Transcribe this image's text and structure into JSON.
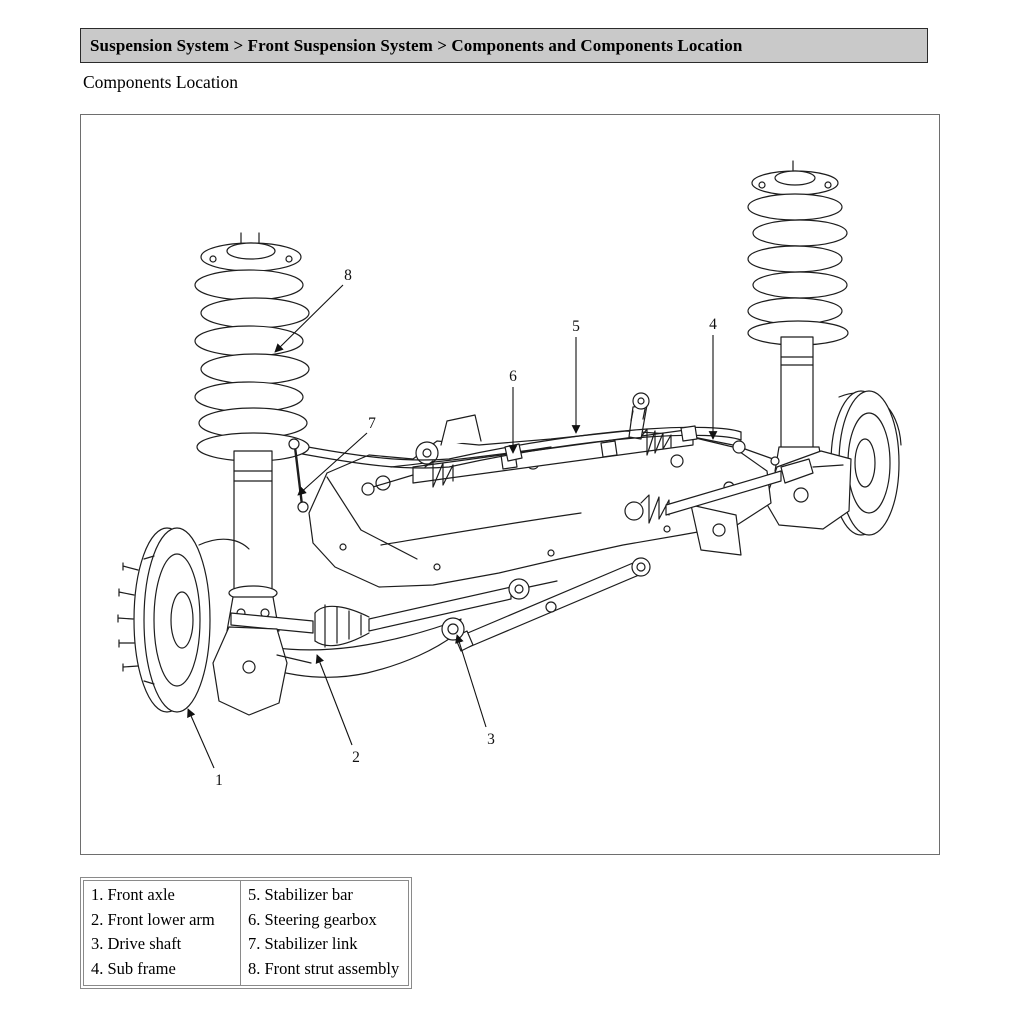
{
  "header": {
    "breadcrumb": "Suspension System > Front Suspension System > Components and Components Location"
  },
  "page": {
    "subtitle": "Components Location"
  },
  "colors": {
    "header_bg": "#c9c9c9",
    "line_color": "#1d1d1d"
  },
  "diagram": {
    "callouts": [
      "1",
      "2",
      "3",
      "4",
      "5",
      "6",
      "7",
      "8"
    ]
  },
  "legend": {
    "col1": [
      "1. Front axle",
      "2. Front lower arm",
      "3. Drive shaft",
      "4. Sub frame"
    ],
    "col2": [
      "5. Stabilizer bar",
      "6. Steering gearbox",
      "7. Stabilizer link",
      "8. Front strut assembly"
    ]
  }
}
